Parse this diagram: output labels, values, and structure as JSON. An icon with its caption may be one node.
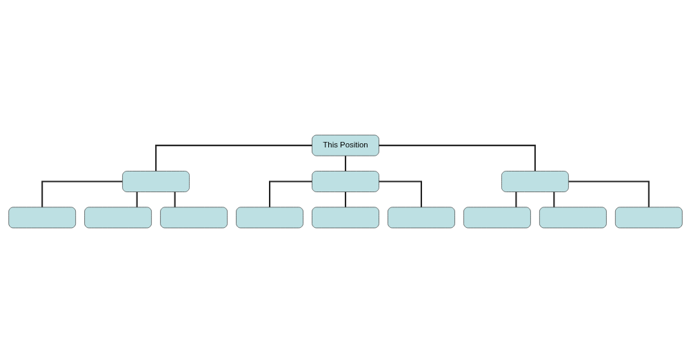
{
  "diagram": {
    "nodes": [
      {
        "text": [
          "This Position"
        ]
      },
      {
        "text": [],
        "shape": "box"
      },
      {
        "text": [],
        "shape": "box"
      },
      {
        "text": [],
        "shape": "box"
      },
      {
        "text": [],
        "shape": "box"
      },
      {
        "text": [],
        "shape": "box"
      },
      {
        "text": [],
        "shape": "box"
      },
      {
        "text": [],
        "shape": "box"
      },
      {
        "text": [],
        "shape": "box"
      },
      {
        "text": [],
        "shape": "box"
      },
      {
        "text": [],
        "shape": "box"
      },
      {
        "text": [],
        "shape": "box"
      },
      {
        "text": [],
        "shape": "box"
      }
    ],
    "edges": [
      {
        "from": 0,
        "to": 1,
        "arrow": "none"
      },
      {
        "from": 0,
        "to": 2,
        "arrow": "none"
      },
      {
        "from": 0,
        "to": 3,
        "arrow": "none"
      },
      {
        "from": 1,
        "to": 4,
        "arrow": "none"
      },
      {
        "from": 1,
        "to": 5,
        "arrow": "none"
      },
      {
        "from": 1,
        "to": 6,
        "arrow": "none"
      },
      {
        "from": 2,
        "to": 7,
        "arrow": "none"
      },
      {
        "from": 2,
        "to": 8,
        "arrow": "none"
      },
      {
        "from": 2,
        "to": 9,
        "arrow": "none"
      },
      {
        "from": 3,
        "to": 10,
        "arrow": "none"
      },
      {
        "from": 3,
        "to": 11,
        "arrow": "none"
      },
      {
        "from": 3,
        "to": 12,
        "arrow": "none"
      }
    ]
  }
}
